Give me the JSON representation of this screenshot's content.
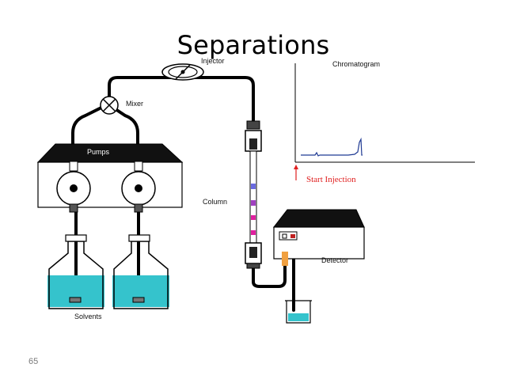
{
  "title": "Separations",
  "labels": {
    "injector": "Injector",
    "chromatogram": "Chromatogram",
    "mixer": "Mixer",
    "pumps": "Pumps",
    "column": "Column",
    "start_injection": "Start Injection",
    "detector": "Detector",
    "solvents": "Solvents"
  },
  "page_number": "65",
  "colors": {
    "solvent": "#35c3cc",
    "tubing": "#000000",
    "start_injection": "#e02020",
    "chromatogram_trace": "#1f3a93",
    "band_blue": "#6a6ae0",
    "band_purple": "#a040c0",
    "band_magenta": "#e020a0",
    "detector_cell": "#f0a040"
  }
}
